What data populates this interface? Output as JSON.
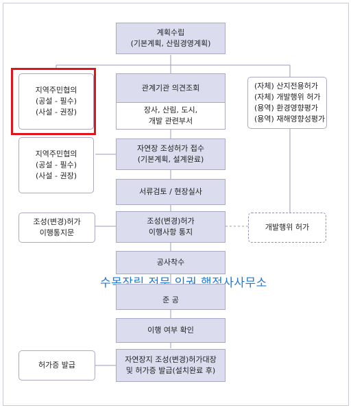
{
  "nodes": {
    "plan": [
      "계획수립",
      "(기본계획, 산림경영계획)"
    ],
    "consult_head": [
      "관계기관 의견조회"
    ],
    "consult_body": [
      "장사, 산림, 도시,",
      "개발 관련부서"
    ],
    "self_check": [
      "(자체) 산지전용허가",
      "(자체) 개발행위 허가",
      "(용역) 환경영향평가",
      "(용역) 재해영향성평가"
    ],
    "resident1": [
      "지역주민협의",
      "(공설 - 필수)",
      "(사설 - 권장)"
    ],
    "resident2": [
      "지역주민협의",
      "(공설 - 필수)",
      "(사설 - 권장)"
    ],
    "receipt": [
      "자연장 조성허가 접수",
      "(기본계획, 설계완료)"
    ],
    "review": [
      "서류검토 / 현장실사"
    ],
    "notice_left": [
      "조성(변경)허가",
      "이행통지문"
    ],
    "notice_main": [
      "조성(변경)허가",
      "이행사항 통지"
    ],
    "dev_permit": [
      "개발행위 허가"
    ],
    "start": [
      "공사착수"
    ],
    "complete": [
      "준 공"
    ],
    "check": [
      "이행 여부 확인"
    ],
    "cert_left": [
      "허가증 발급"
    ],
    "cert_main": [
      "자연장지 조성(변경)허가대장",
      "및 허가증 발급(설치완료 후)"
    ]
  },
  "watermark": "수목장림 전문 인권 행정사사무소",
  "colors": {
    "main_fill": "#dcdcef",
    "border": "#a9a9c6",
    "highlight": "#e0141a",
    "watermark": "#1e78d6"
  }
}
